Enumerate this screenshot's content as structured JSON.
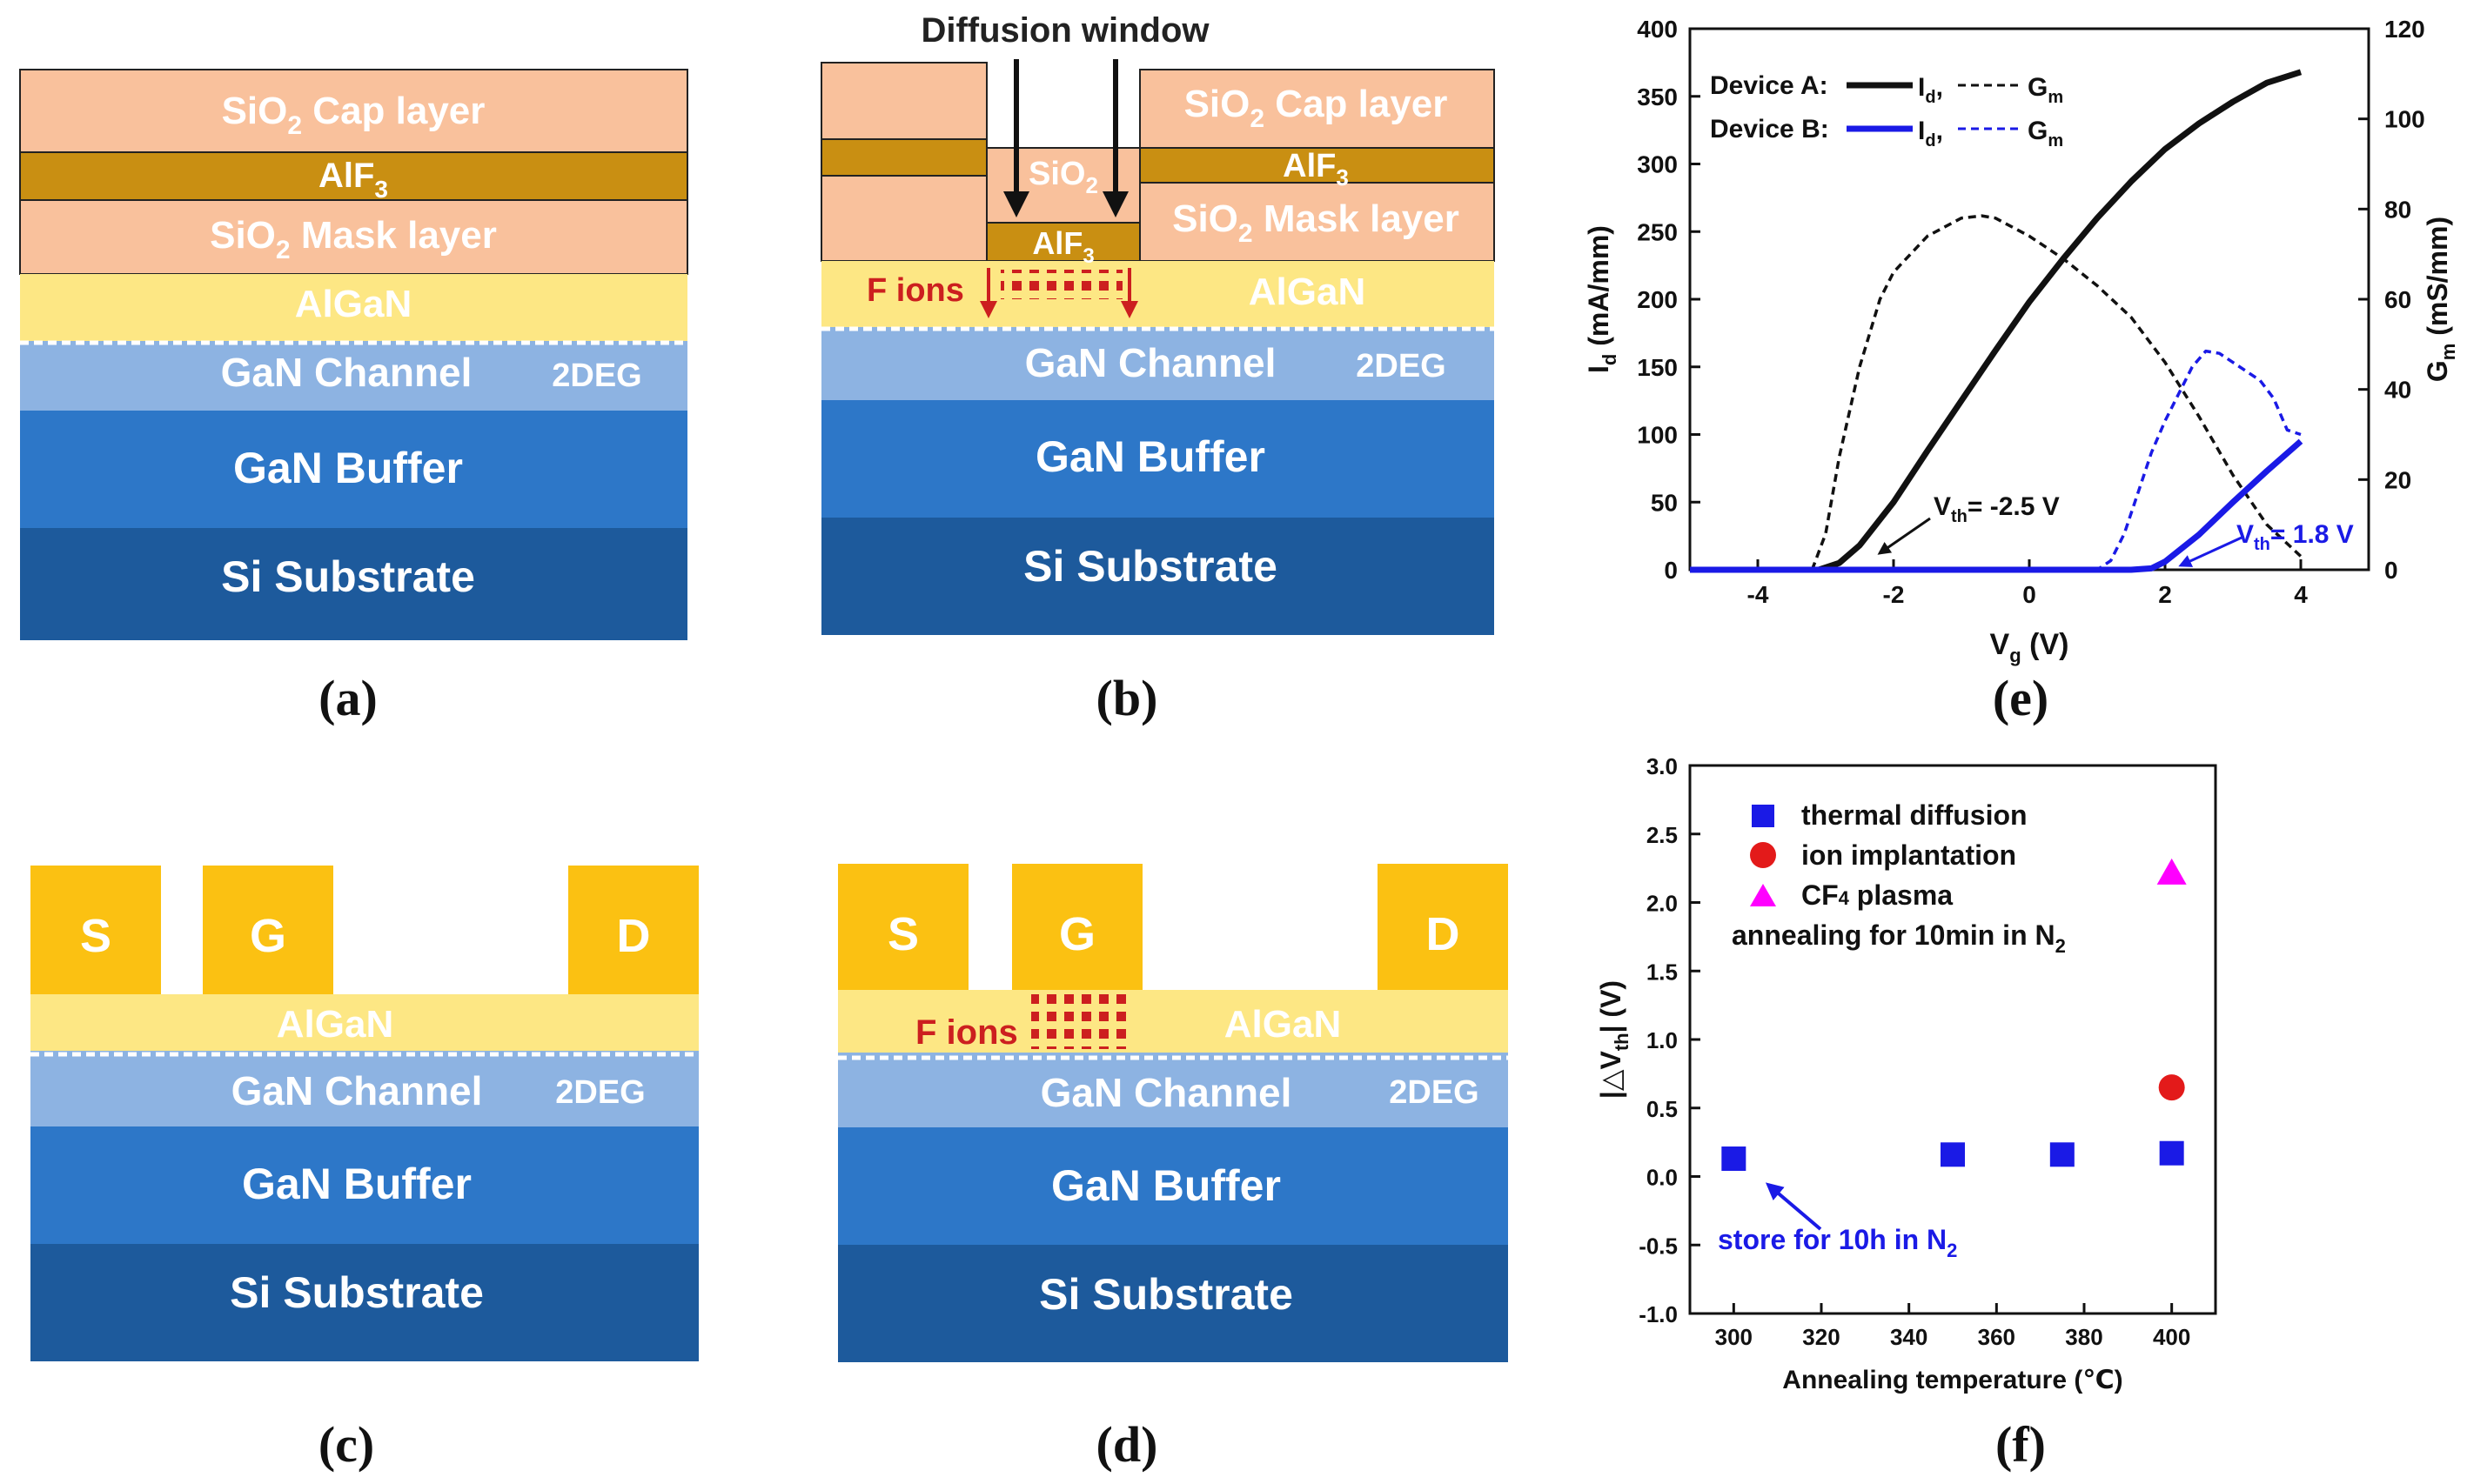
{
  "colors": {
    "sio2": "#f9c19c",
    "alf3": "#c98f12",
    "algan": "#fde784",
    "channel": "#8db3e2",
    "buffer": "#2d77c8",
    "substrate": "#1d5a9c",
    "metal": "#fbc112",
    "fions": "#cc1f1f",
    "deviceA": "#111111",
    "deviceB": "#1a1ae6",
    "thermal": "#1a1ae6",
    "ion": "#e31a1a",
    "cf4": "#ff00ff"
  },
  "panels": {
    "a": "(a)",
    "b": "(b)",
    "c": "(c)",
    "d": "(d)",
    "e": "(e)",
    "f": "(f)"
  },
  "labels": {
    "sio2": "SiO",
    "sio2_sub": "2",
    "cap_layer": " Cap layer",
    "mask_layer": " Mask layer",
    "alf": "AlF",
    "alf_sub": "3",
    "algan": "AlGaN",
    "gan_channel": "GaN Channel",
    "twodeg": "2DEG",
    "gan_buffer": "GaN Buffer",
    "si_substrate": "Si Substrate",
    "diffusion_window": "Diffusion window",
    "f_ions": "F ions",
    "source": "S",
    "gate": "G",
    "drain": "D"
  },
  "chart_e": {
    "legend": {
      "device_a": "Device A:",
      "device_b": "Device B:",
      "id": "I",
      "id_sub": "d",
      "comma": ",",
      "gm": "G",
      "gm_sub": "m"
    },
    "annotations": {
      "vth_a": "= -2.5 V",
      "vth_b": "= 1.8 V",
      "v": "V",
      "th": "th"
    },
    "axis_labels": {
      "x": "V",
      "x_sub": "g",
      "x_unit": " (V)",
      "y_left": "I",
      "y_left_sub": "d",
      "y_left_unit": " (mA/mm)",
      "y_right": "G",
      "y_right_sub": "m",
      "y_right_unit": " (mS/mm)"
    }
  },
  "chart_f": {
    "legend": {
      "thermal": "thermal diffusion",
      "ion": "ion implantation",
      "cf4_a": "CF",
      "cf4_sub": "4",
      "cf4_b": " plasma",
      "annealing": "annealing for 10min in N",
      "annealing_sub": "2"
    },
    "annotation": {
      "text": "store for 10h in N",
      "sub": "2"
    },
    "axis_labels": {
      "x": "Annealing temperature (℃)",
      "y_pre": "|",
      "y_delta": "△V",
      "y_sub": "th",
      "y_post": "| (V)"
    }
  },
  "chart_data": [
    {
      "type": "line",
      "x_axis": {
        "label": "Vg (V)",
        "range": [
          -5,
          5
        ],
        "ticks": [
          -4,
          -2,
          0,
          2,
          4
        ]
      },
      "y_axis_left": {
        "label": "Id (mA/mm)",
        "range": [
          0,
          400
        ],
        "ticks": [
          0,
          50,
          100,
          150,
          200,
          250,
          300,
          350,
          400
        ]
      },
      "y_axis_right": {
        "label": "Gm (mS/mm)",
        "range": [
          0,
          120
        ],
        "ticks": [
          0,
          20,
          40,
          60,
          80,
          100,
          120
        ]
      },
      "series": [
        {
          "name": "Device A: Id",
          "axis": "left",
          "style": "solid",
          "color": "#111111",
          "x": [
            -3.1,
            -2.8,
            -2.5,
            -2,
            -1.5,
            -1,
            -0.5,
            0,
            0.5,
            1,
            1.5,
            2,
            2.5,
            3,
            3.5,
            4
          ],
          "y": [
            0,
            5,
            18,
            50,
            88,
            125,
            162,
            198,
            230,
            260,
            287,
            311,
            330,
            346,
            360,
            368
          ]
        },
        {
          "name": "Device A: Gm",
          "axis": "right",
          "style": "dashed",
          "color": "#111111",
          "x": [
            -3.2,
            -3.0,
            -2.8,
            -2.5,
            -2.2,
            -2,
            -1.5,
            -1,
            -0.7,
            -0.5,
            0,
            0.5,
            1,
            1.5,
            2,
            2.5,
            3,
            3.5,
            4
          ],
          "y": [
            0,
            8,
            25,
            45,
            60,
            66,
            74,
            78,
            78.5,
            78,
            74,
            69,
            63,
            56,
            46,
            34,
            21,
            10,
            3
          ]
        },
        {
          "name": "Device B: Id",
          "axis": "left",
          "style": "solid",
          "color": "#1a1ae6",
          "x": [
            -5,
            1.0,
            1.5,
            1.8,
            2.0,
            2.5,
            3.0,
            3.5,
            4.0
          ],
          "y": [
            0,
            0,
            0,
            1,
            6,
            26,
            50,
            73,
            95
          ]
        },
        {
          "name": "Device B: Gm",
          "axis": "right",
          "style": "dashed",
          "color": "#1a1ae6",
          "x": [
            -5,
            1.0,
            1.2,
            1.4,
            1.6,
            1.8,
            2.0,
            2.2,
            2.4,
            2.6,
            2.8,
            3.0,
            3.2,
            3.4,
            3.6,
            3.8,
            4.0
          ],
          "y": [
            0,
            0,
            2,
            8,
            17,
            26,
            33,
            39,
            45,
            48.5,
            48,
            46,
            44,
            42,
            38,
            31,
            30
          ]
        }
      ],
      "annotations": [
        {
          "text": "Vth = -2.5 V",
          "x": -2.5
        },
        {
          "text": "Vth = 1.8 V",
          "x": 1.8
        }
      ],
      "legend_position": "top-left"
    },
    {
      "type": "scatter",
      "x_axis": {
        "label": "Annealing temperature (℃)",
        "range": [
          290,
          410
        ],
        "ticks": [
          300,
          320,
          340,
          360,
          380,
          400
        ]
      },
      "y_axis": {
        "label": "|△Vth| (V)",
        "range": [
          -1.0,
          3.0
        ],
        "ticks": [
          -1.0,
          -0.5,
          0.0,
          0.5,
          1.0,
          1.5,
          2.0,
          2.5,
          3.0
        ]
      },
      "series": [
        {
          "name": "thermal diffusion",
          "marker": "square",
          "color": "#1a1ae6",
          "x": [
            300,
            350,
            375,
            400
          ],
          "y": [
            0.13,
            0.16,
            0.16,
            0.17
          ]
        },
        {
          "name": "ion implantation",
          "marker": "circle",
          "color": "#e31a1a",
          "x": [
            400
          ],
          "y": [
            0.65
          ]
        },
        {
          "name": "CF4 plasma",
          "marker": "triangle",
          "color": "#ff00ff",
          "x": [
            400
          ],
          "y": [
            2.22
          ]
        }
      ],
      "annotations": [
        {
          "text": "annealing for 10min in N2"
        },
        {
          "text": "store for 10h in N2",
          "x": 300,
          "y": 0.13
        }
      ],
      "legend_position": "top-left"
    }
  ]
}
